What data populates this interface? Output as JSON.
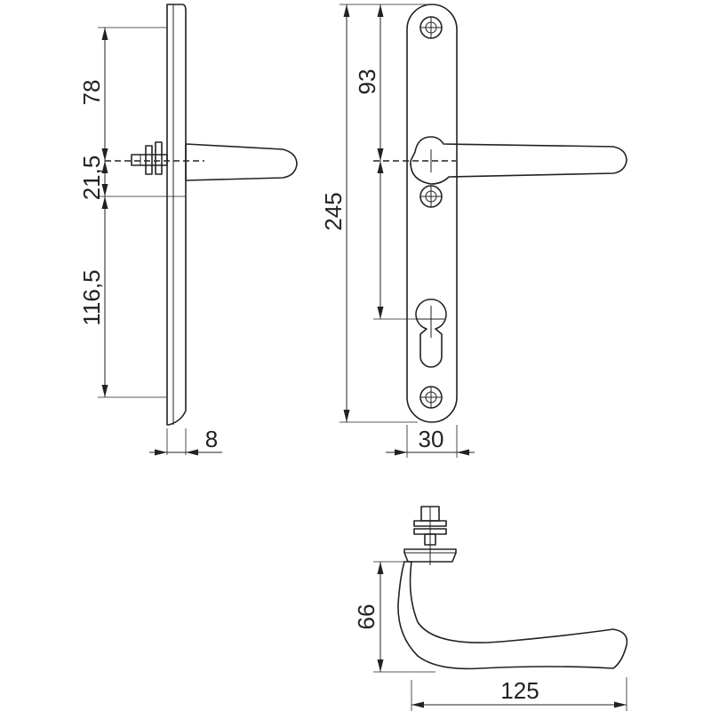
{
  "dimensions": {
    "side_top_to_handle": "78",
    "side_handle_block": "21,5",
    "side_handle_to_bottom": "116,5",
    "side_thickness": "8",
    "front_top_to_handle": "93",
    "front_total_height": "245",
    "front_width": "30",
    "handle_height": "66",
    "handle_length": "125"
  },
  "colors": {
    "line": "#222222",
    "background": "#ffffff"
  }
}
